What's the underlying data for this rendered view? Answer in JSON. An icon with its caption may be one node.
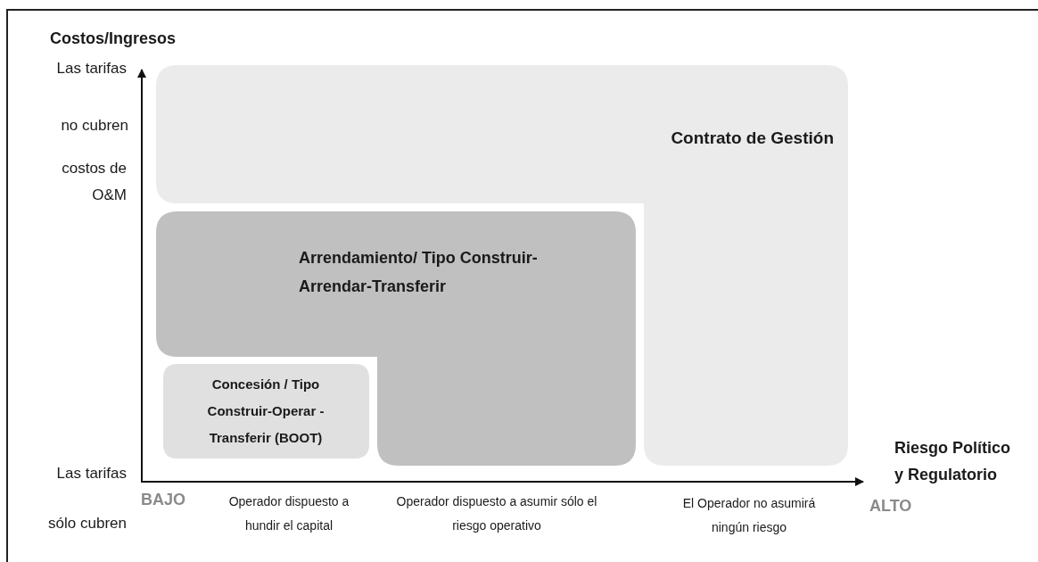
{
  "diagram": {
    "nodes": [
      {
        "text": [
          "Contrato de Gestión"
        ]
      },
      {
        "text": [
          "Arrendamiento/ Tipo Construir-Arrendar-Transferir"
        ]
      },
      {
        "text": [
          "Concesión / Tipo Construir-Operar -Transferir (BOOT)"
        ]
      }
    ],
    "labels": [
      "Costos/Ingresos",
      "Las tarifas",
      "no cubren",
      "costos de O&M",
      "Las tarifas",
      "sólo cubren",
      "Riesgo Político y Regulatorio",
      "BAJO",
      "Operador dispuesto a hundir el capital",
      "Operador dispuesto a asumir sólo el riesgo operativo",
      "El Operador no asumirá ningún riesgo",
      "ALTO"
    ]
  }
}
